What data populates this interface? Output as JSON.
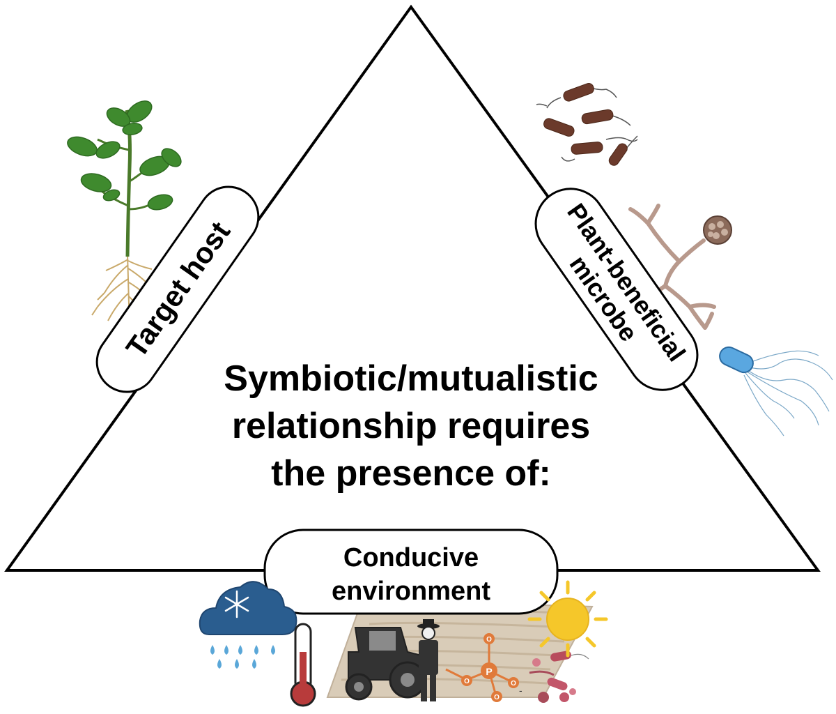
{
  "center_title": {
    "line1": "Symbiotic/mutualistic",
    "line2": "relationship requires",
    "line3": "the presence of:"
  },
  "nodes": {
    "target_host": {
      "label": "Target host"
    },
    "microbe": {
      "line1": "Plant-beneficial",
      "line2": "microbe"
    },
    "environment": {
      "line1": "Conducive",
      "line2": "environment"
    }
  },
  "phosphate": {
    "center": "P",
    "oxygen": "O",
    "minus": "-"
  },
  "icons": [
    "plant-seedling-icon",
    "bacteria-rods-icon",
    "fungus-hyphae-icon",
    "flagellated-bacterium-icon",
    "snow-rain-cloud-icon",
    "thermometer-icon",
    "tractor-icon",
    "farmer-icon",
    "plowed-field-icon",
    "phosphate-molecule-icon",
    "soil-microbes-icon",
    "sun-icon"
  ],
  "colors": {
    "line": "#000000",
    "leaf": "#3f8a2e",
    "root": "#c9a96a",
    "bacteria": "#6b3a2b",
    "hyphae": "#b8998c",
    "cloud": "#2a5d8f",
    "rain": "#5aa7d8",
    "thermometer": "#b83b3b",
    "sun": "#f5c72a",
    "soil": "#d9ccb8",
    "phosphate": "#e07a3a"
  }
}
